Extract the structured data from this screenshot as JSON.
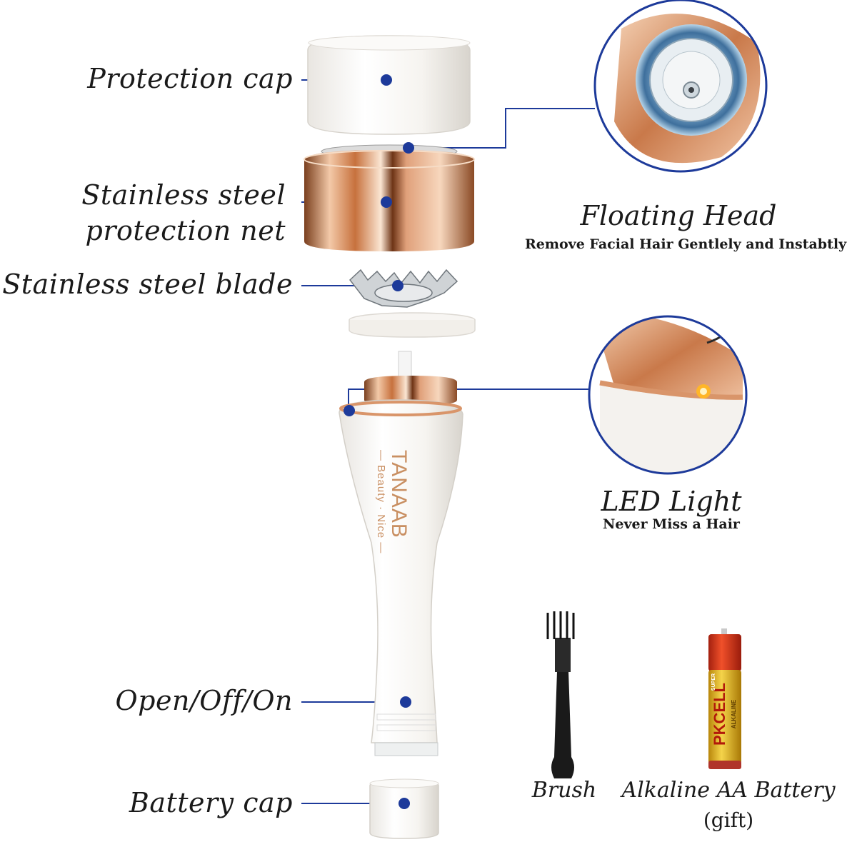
{
  "accent_color": "#1d3a9a",
  "rose_gold_color": "#d9956a",
  "labels": {
    "protection_cap": "Protection cap",
    "net_line1": "Stainless steel",
    "net_line2": "protection net",
    "blade": "Stainless steel blade",
    "switch": "Open/Off/On",
    "battery_cap": "Battery cap"
  },
  "callouts": {
    "floating_head": {
      "title": "Floating Head",
      "subtitle": "Remove Facial Hair Gentlely and Instabtly"
    },
    "led_light": {
      "title": "LED Light",
      "subtitle": "Never Miss a Hair"
    }
  },
  "accessories": {
    "brush": "Brush",
    "battery": "Alkaline AA Battery",
    "battery_note": "(gift)"
  },
  "product_branding": {
    "brand": "TANAAB",
    "tagline": "— Beauty · Nice —"
  },
  "battery_printing": {
    "brand": "PKCELL",
    "type": "ALKALINE",
    "type_upper": "SUPER"
  },
  "icons": [
    "callout-dot-icon",
    "floating-head-detail",
    "led-light-detail",
    "cleaning-brush",
    "aa-battery"
  ]
}
